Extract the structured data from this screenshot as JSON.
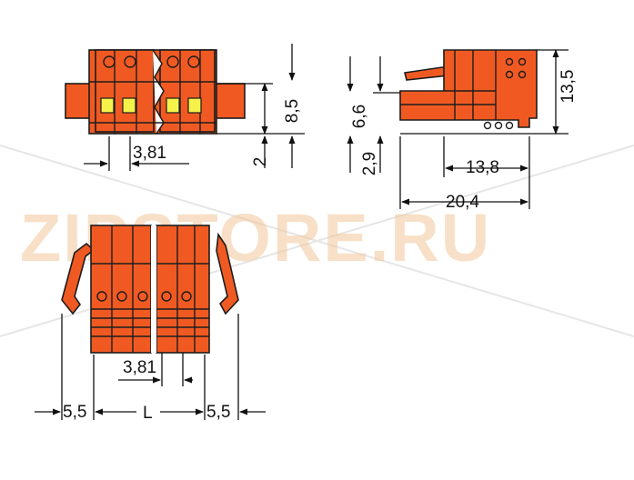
{
  "watermark": "ZIPSTORE.RU",
  "colors": {
    "part": "#f05a22",
    "outline": "#1c1c1c",
    "clamp": "#f5f24a",
    "watermark": "#f2c79a"
  },
  "dimensions": {
    "top_pitch": "3,81",
    "top_height": "8,5",
    "top_offset": "2",
    "side_h1": "6,6",
    "side_h2": "2,9",
    "side_total_h": "13,5",
    "side_w1": "13,8",
    "side_w2": "20,4",
    "bottom_pitch": "3,81",
    "bottom_left": "5,5",
    "bottom_length": "L",
    "bottom_right": "5,5"
  }
}
